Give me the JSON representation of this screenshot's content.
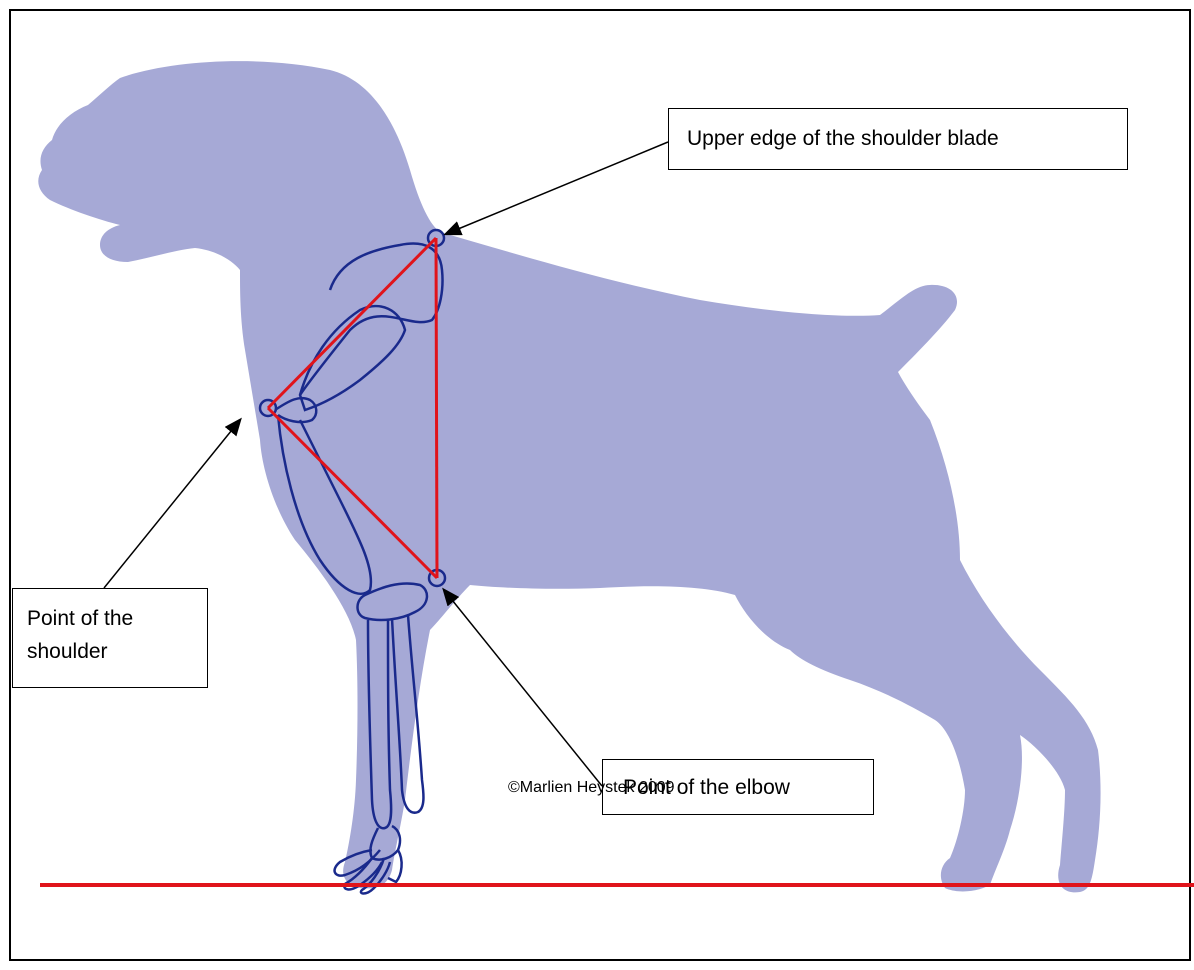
{
  "labels": {
    "shoulder_blade": "Upper edge of the shoulder blade",
    "point_of_shoulder": "Point of the shoulder",
    "point_of_elbow": "Point of the elbow"
  },
  "copyright": "©Marlien Heystek 2009",
  "colors": {
    "dog_silhouette": "#a6a9d6",
    "bone_outline": "#1a2a8c",
    "angle_lines": "#e0141b",
    "ground_line": "#e0141b",
    "arrows": "#000000"
  }
}
